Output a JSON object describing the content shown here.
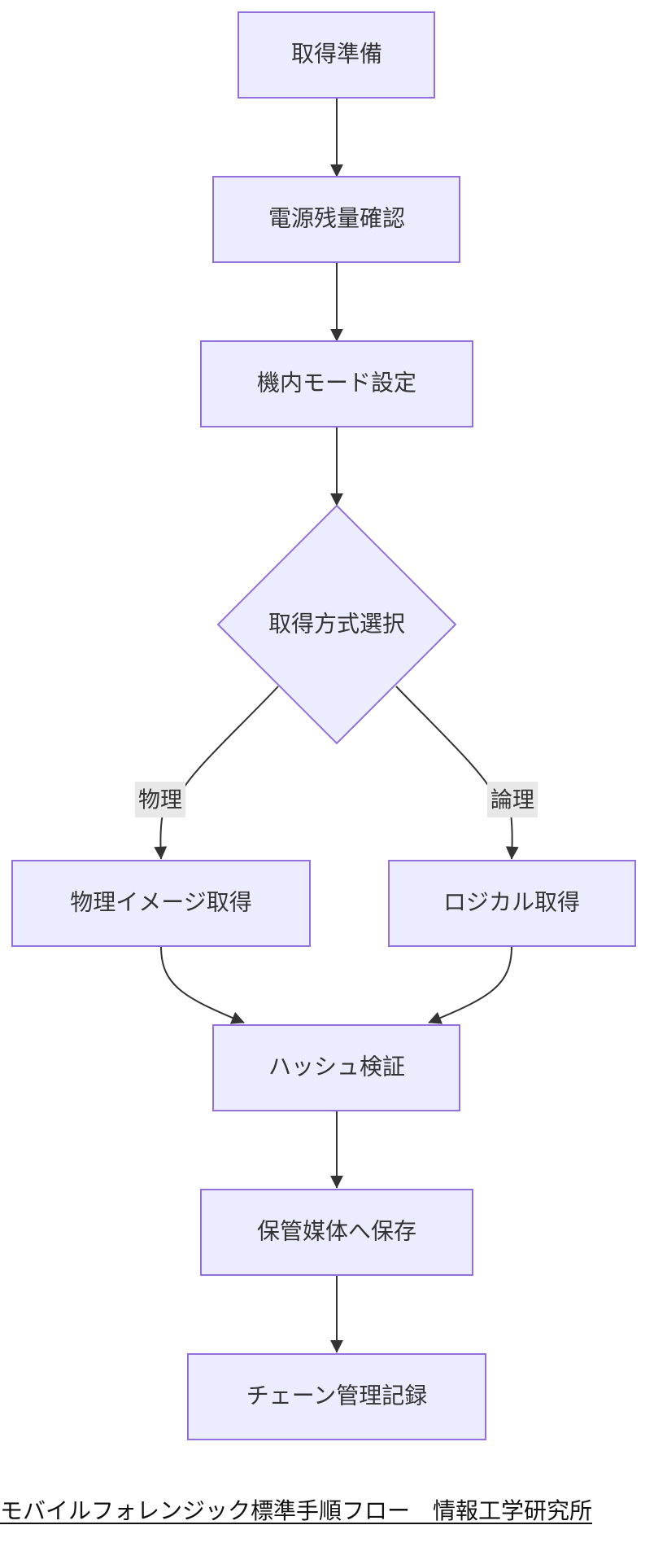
{
  "diagram": {
    "nodes": [
      {
        "id": "acquisition-prep",
        "label": "取得準備",
        "shape": "rect"
      },
      {
        "id": "battery-check",
        "label": "電源残量確認",
        "shape": "rect"
      },
      {
        "id": "airplane-mode",
        "label": "機内モード設定",
        "shape": "rect"
      },
      {
        "id": "method-select",
        "label": "取得方式選択",
        "shape": "diamond"
      },
      {
        "id": "physical-image",
        "label": "物理イメージ取得",
        "shape": "rect"
      },
      {
        "id": "logical-acquisition",
        "label": "ロジカル取得",
        "shape": "rect"
      },
      {
        "id": "hash-verify",
        "label": "ハッシュ検証",
        "shape": "rect"
      },
      {
        "id": "save-media",
        "label": "保管媒体へ保存",
        "shape": "rect"
      },
      {
        "id": "chain-of-custody",
        "label": "チェーン管理記録",
        "shape": "rect"
      }
    ],
    "edges": [
      {
        "from": "acquisition-prep",
        "to": "battery-check",
        "label": ""
      },
      {
        "from": "battery-check",
        "to": "airplane-mode",
        "label": ""
      },
      {
        "from": "airplane-mode",
        "to": "method-select",
        "label": ""
      },
      {
        "from": "method-select",
        "to": "physical-image",
        "label": "物理"
      },
      {
        "from": "method-select",
        "to": "logical-acquisition",
        "label": "論理"
      },
      {
        "from": "physical-image",
        "to": "hash-verify",
        "label": ""
      },
      {
        "from": "logical-acquisition",
        "to": "hash-verify",
        "label": ""
      },
      {
        "from": "hash-verify",
        "to": "save-media",
        "label": ""
      },
      {
        "from": "save-media",
        "to": "chain-of-custody",
        "label": ""
      }
    ]
  },
  "footer": {
    "caption": "モバイルフォレンジック標準手順フロー　情報工学研究所"
  },
  "colors": {
    "node_fill": "#ECECFF",
    "node_stroke": "#9370DB",
    "edge": "#333333",
    "edge_label_bg": "#E8E8E8",
    "text": "#333333"
  }
}
